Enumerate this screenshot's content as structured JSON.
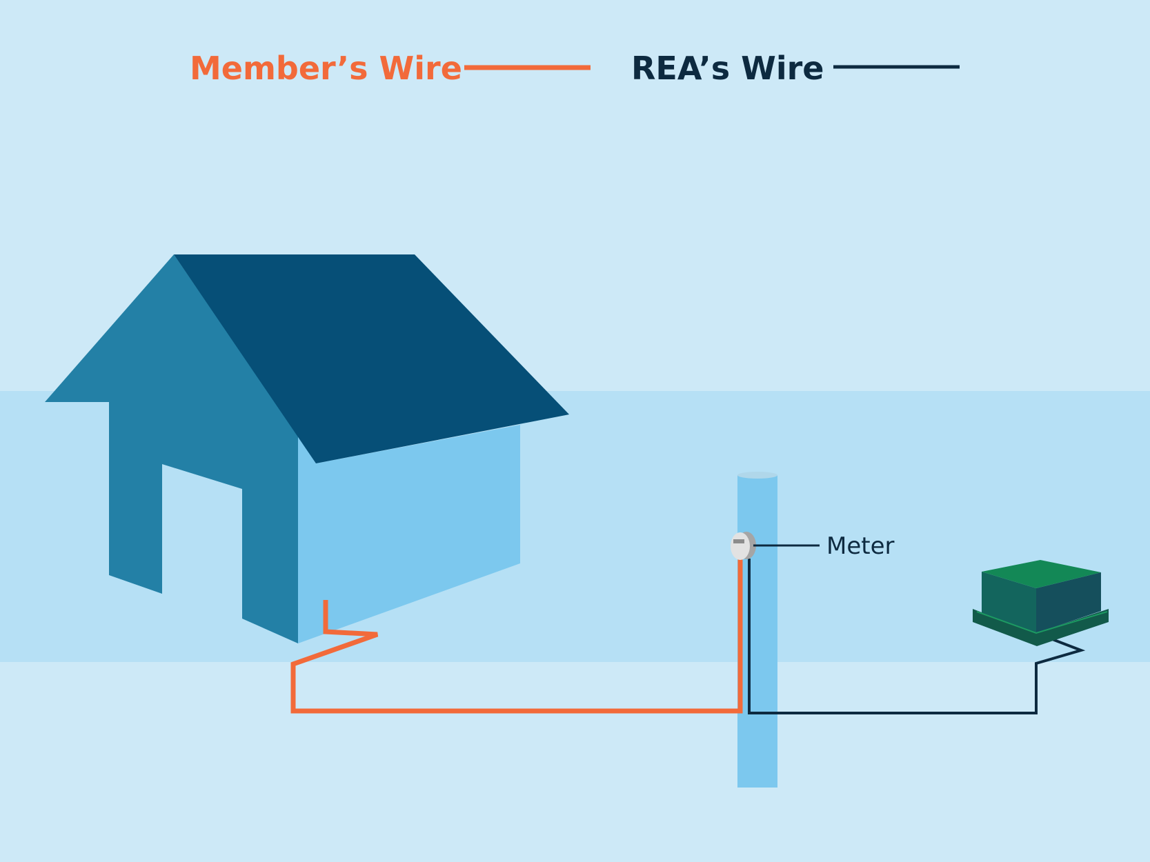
{
  "legend": {
    "member_wire": "Member’s Wire",
    "rea_wire": "REA’s Wire"
  },
  "labels": {
    "meter": "Meter"
  },
  "colors": {
    "background_sky": "#cde9f7",
    "ground_band": "#b6e0f5",
    "member_wire": "#f26a3a",
    "rea_wire": "#0d2a40",
    "house_front": "#2380a6",
    "house_roof": "#064f77",
    "house_side": "#7cc8ee",
    "pole": "#7cc8ee",
    "transformer_top": "#138856",
    "transformer_side_left": "#13655d",
    "transformer_side_right": "#154f5c",
    "transformer_base": "#125a4a"
  },
  "icons": {
    "house": "house-icon",
    "pole": "utility-pole",
    "meter": "electric-meter-icon",
    "transformer": "pad-mounted-transformer-icon"
  }
}
